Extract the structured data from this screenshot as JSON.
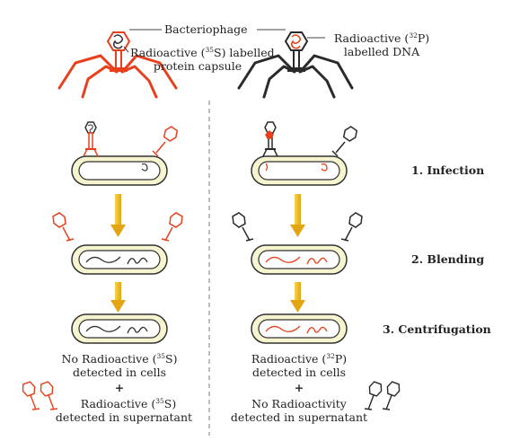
{
  "labels": {
    "bacteriophage": "Bacteriophage",
    "s35_label_line1_pre": "Radioactive (",
    "s35_label_sup": "35",
    "s35_label_line1_post": "S) labelled",
    "s35_label_line2": "protein capsule",
    "p32_label_line1_pre": "Radioactive (",
    "p32_label_sup": "32",
    "p32_label_line1_post": "P)",
    "p32_label_line2": "labelled DNA"
  },
  "steps": [
    {
      "label": "1. Infection"
    },
    {
      "label": "2. Blending"
    },
    {
      "label": "3. Centrifugation"
    }
  ],
  "left_result": {
    "line1_pre": "No Radioactive (",
    "line1_sup": "35",
    "line1_post": "S)",
    "line2": "detected in cells",
    "plus": "+",
    "line3_pre": "Radioactive (",
    "line3_sup": "35",
    "line3_post": "S)",
    "line4": "detected in supernatant"
  },
  "right_result": {
    "line1_pre": "Radioactive (",
    "line1_sup": "32",
    "line1_post": "P)",
    "line2": "detected in cells",
    "plus": "+",
    "line3": "No Radioactivity",
    "line4": "detected in supernatant"
  },
  "colors": {
    "s35_phage": "#e8401c",
    "p32_phage": "#2a2a2a",
    "cell_fill": "#f7f5cf",
    "cell_outline": "#333333",
    "arrow": "#f0c020",
    "divider": "#999999"
  }
}
